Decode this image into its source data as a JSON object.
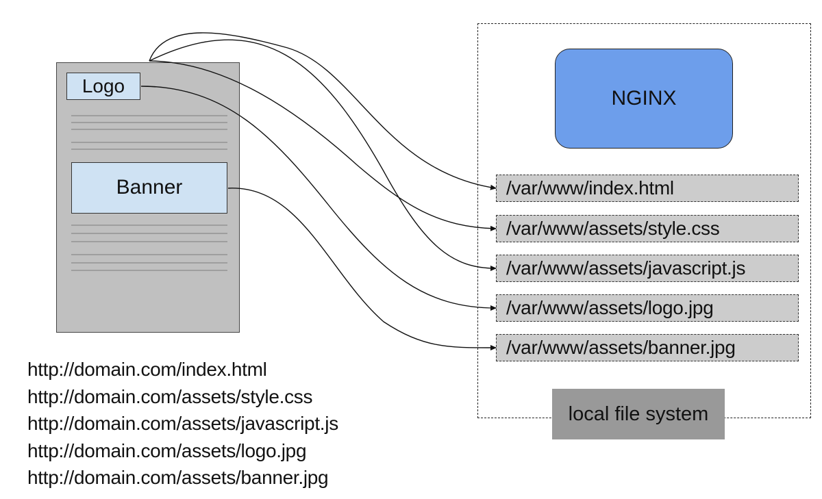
{
  "webpage": {
    "logo_label": "Logo",
    "banner_label": "Banner"
  },
  "urls": [
    "http://domain.com/index.html",
    "http://domain.com/assets/style.css",
    "http://domain.com/assets/javascript.js",
    "http://domain.com/assets/logo.jpg",
    "http://domain.com/assets/banner.jpg"
  ],
  "server": {
    "nginx_label": "NGINX",
    "files": [
      "/var/www/index.html",
      "/var/www/assets/style.css",
      "/var/www/assets/javascript.js",
      "/var/www/assets/logo.jpg",
      "/var/www/assets/banner.jpg"
    ],
    "filesystem_label": "local file system"
  },
  "colors": {
    "page_fill": "#c0c0c0",
    "element_fill": "#cfe2f3",
    "nginx_fill": "#6d9eeb",
    "file_fill": "#cccccc",
    "filesystem_fill": "#999999"
  }
}
